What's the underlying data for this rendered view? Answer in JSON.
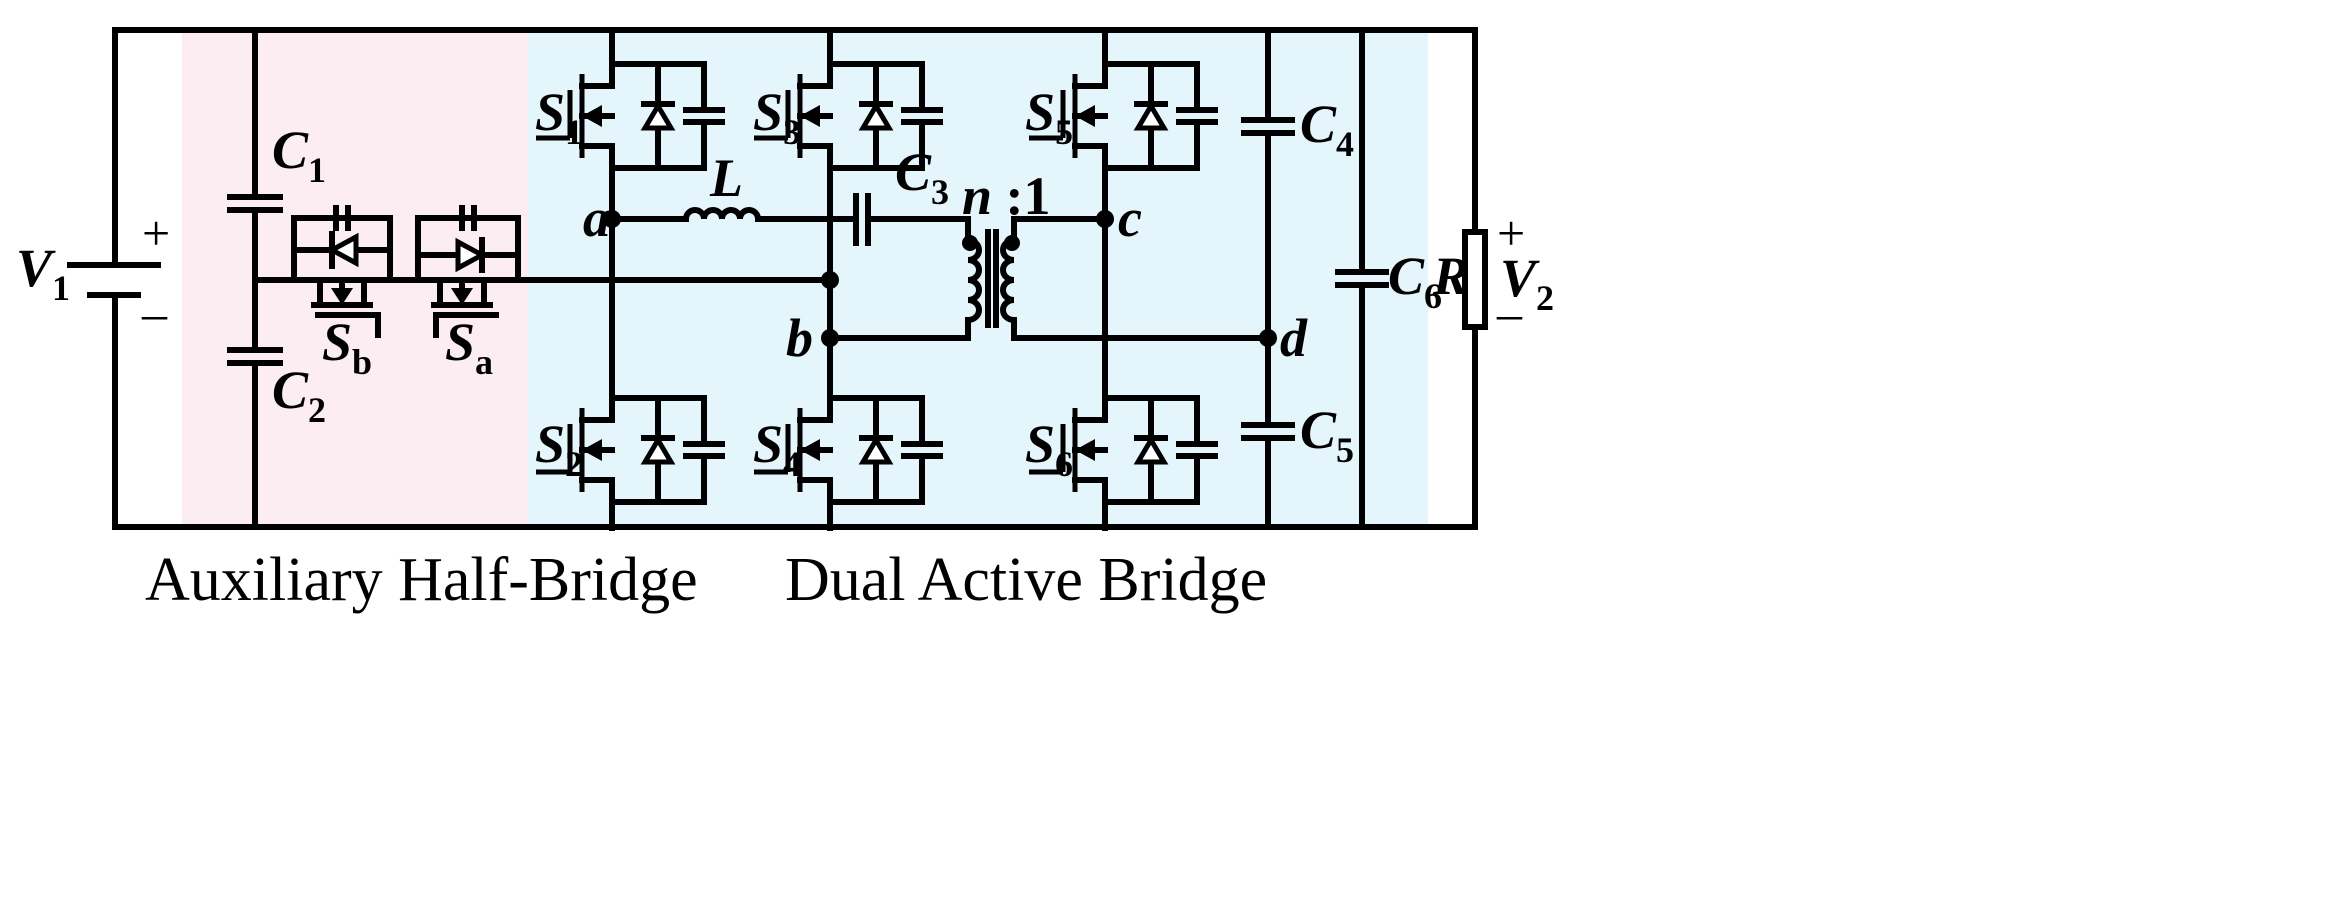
{
  "regions": {
    "auxiliary_caption": "Auxiliary Half-Bridge",
    "dab_caption": "Dual Active Bridge",
    "auxiliary_color": "#fcedf2",
    "dab_color": "#e5f5fc"
  },
  "components": {
    "V1": {
      "main": "V",
      "sub": "1"
    },
    "V2": {
      "main": "V",
      "sub": "2"
    },
    "C1": {
      "main": "C",
      "sub": "1"
    },
    "C2": {
      "main": "C",
      "sub": "2"
    },
    "C3": {
      "main": "C",
      "sub": "3"
    },
    "C4": {
      "main": "C",
      "sub": "4"
    },
    "C5": {
      "main": "C",
      "sub": "5"
    },
    "C6": {
      "main": "C",
      "sub": "6"
    },
    "S1": {
      "main": "S",
      "sub": "1"
    },
    "S2": {
      "main": "S",
      "sub": "2"
    },
    "S3": {
      "main": "S",
      "sub": "3"
    },
    "S4": {
      "main": "S",
      "sub": "4"
    },
    "S5": {
      "main": "S",
      "sub": "5"
    },
    "S6": {
      "main": "S",
      "sub": "6"
    },
    "Sa": {
      "main": "S",
      "sub": "a"
    },
    "Sb": {
      "main": "S",
      "sub": "b"
    },
    "L": "L",
    "R": "R",
    "ratio_n": "n",
    "ratio_rest": " :1"
  },
  "nodes": {
    "a": "a",
    "b": "b",
    "c": "c",
    "d": "d"
  },
  "polarity": {
    "plus": "+",
    "minus": "–"
  }
}
